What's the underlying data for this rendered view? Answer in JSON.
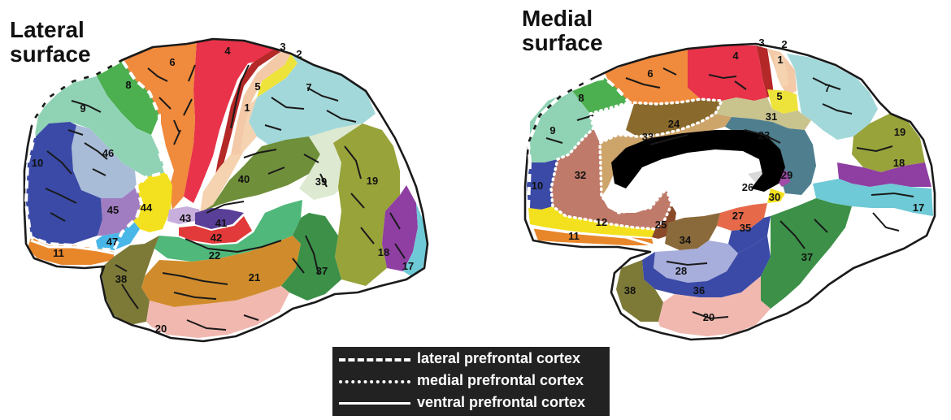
{
  "titles": {
    "lateral": "Lateral\nsurface",
    "medial": "Medial\nsurface"
  },
  "colors": {
    "outline": "#1a1a1a",
    "background": "#ffffff",
    "legend_bg": "#222222",
    "legend_text": "#ffffff",
    "corpus_callosum": "#000000"
  },
  "legend": [
    {
      "style": "dashed",
      "label": "lateral prefrontal cortex"
    },
    {
      "style": "dotted",
      "label": "medial prefrontal cortex"
    },
    {
      "style": "solid",
      "label": "ventral prefrontal cortex"
    }
  ],
  "lateral_areas": [
    {
      "label": "4",
      "color": "#e8334a"
    },
    {
      "label": "3",
      "color": "#b42828"
    },
    {
      "label": "2",
      "color": "#f3c9a8"
    },
    {
      "label": "6",
      "color": "#f08a3c"
    },
    {
      "label": "8",
      "color": "#4caf50"
    },
    {
      "label": "9",
      "color": "#8fd3b4"
    },
    {
      "label": "5",
      "color": "#eee33a"
    },
    {
      "label": "7",
      "color": "#a3d8da"
    },
    {
      "label": "1",
      "color": "#f5d2b0"
    },
    {
      "label": "46",
      "color": "#a8bcd8"
    },
    {
      "label": "10",
      "color": "#3a4aa6"
    },
    {
      "label": "45",
      "color": "#a07cc0"
    },
    {
      "label": "44",
      "color": "#f3e01e"
    },
    {
      "label": "47",
      "color": "#49b6e8"
    },
    {
      "label": "11",
      "color": "#e8862a"
    },
    {
      "label": "40",
      "color": "#6f8f3a"
    },
    {
      "label": "39",
      "color": "#dde9d0"
    },
    {
      "label": "43",
      "color": "#c7aedc"
    },
    {
      "label": "41",
      "color": "#5a3f98"
    },
    {
      "label": "42",
      "color": "#e23a3a"
    },
    {
      "label": "22",
      "color": "#4fb87a"
    },
    {
      "label": "19",
      "color": "#98a33a"
    },
    {
      "label": "18",
      "color": "#8f3ea2"
    },
    {
      "label": "17",
      "color": "#6ecad6"
    },
    {
      "label": "21",
      "color": "#d08c2c"
    },
    {
      "label": "37",
      "color": "#3c9048"
    },
    {
      "label": "38",
      "color": "#7d7a38"
    },
    {
      "label": "20",
      "color": "#f1b8b0"
    }
  ],
  "medial_areas": [
    {
      "label": "3",
      "color": "#b42828"
    },
    {
      "label": "2",
      "color": "#f3c9a8"
    },
    {
      "label": "4",
      "color": "#e8334a"
    },
    {
      "label": "1",
      "color": "#f5d2b0"
    },
    {
      "label": "6",
      "color": "#f08a3c"
    },
    {
      "label": "8",
      "color": "#4caf50"
    },
    {
      "label": "5",
      "color": "#eee33a"
    },
    {
      "label": "7",
      "color": "#a3d8da"
    },
    {
      "label": "9",
      "color": "#8fd3b4"
    },
    {
      "label": "24",
      "color": "#8a6a2c"
    },
    {
      "label": "31",
      "color": "#c9c38e"
    },
    {
      "label": "33",
      "color": "#cda46a"
    },
    {
      "label": "23",
      "color": "#4f7f8f"
    },
    {
      "label": "32",
      "color": "#c07a6a"
    },
    {
      "label": "10",
      "color": "#3a4aa6"
    },
    {
      "label": "26",
      "color": "#d9d9d9"
    },
    {
      "label": "29",
      "color": "#a04aa8"
    },
    {
      "label": "30",
      "color": "#f3e01e"
    },
    {
      "label": "19",
      "color": "#98a33a"
    },
    {
      "label": "18",
      "color": "#8f3ea2"
    },
    {
      "label": "17",
      "color": "#6ecad6"
    },
    {
      "label": "12",
      "color": "#f3e01e"
    },
    {
      "label": "25",
      "color": "#8a4a2a"
    },
    {
      "label": "11",
      "color": "#e8862a"
    },
    {
      "label": "27",
      "color": "#e66a4a"
    },
    {
      "label": "35",
      "color": "#3a4aa6"
    },
    {
      "label": "34",
      "color": "#8a6a3a"
    },
    {
      "label": "28",
      "color": "#a8aedc"
    },
    {
      "label": "36",
      "color": "#3a4aa6"
    },
    {
      "label": "37",
      "color": "#3c9048"
    },
    {
      "label": "38",
      "color": "#7d7a38"
    },
    {
      "label": "20",
      "color": "#f1b8b0"
    }
  ]
}
